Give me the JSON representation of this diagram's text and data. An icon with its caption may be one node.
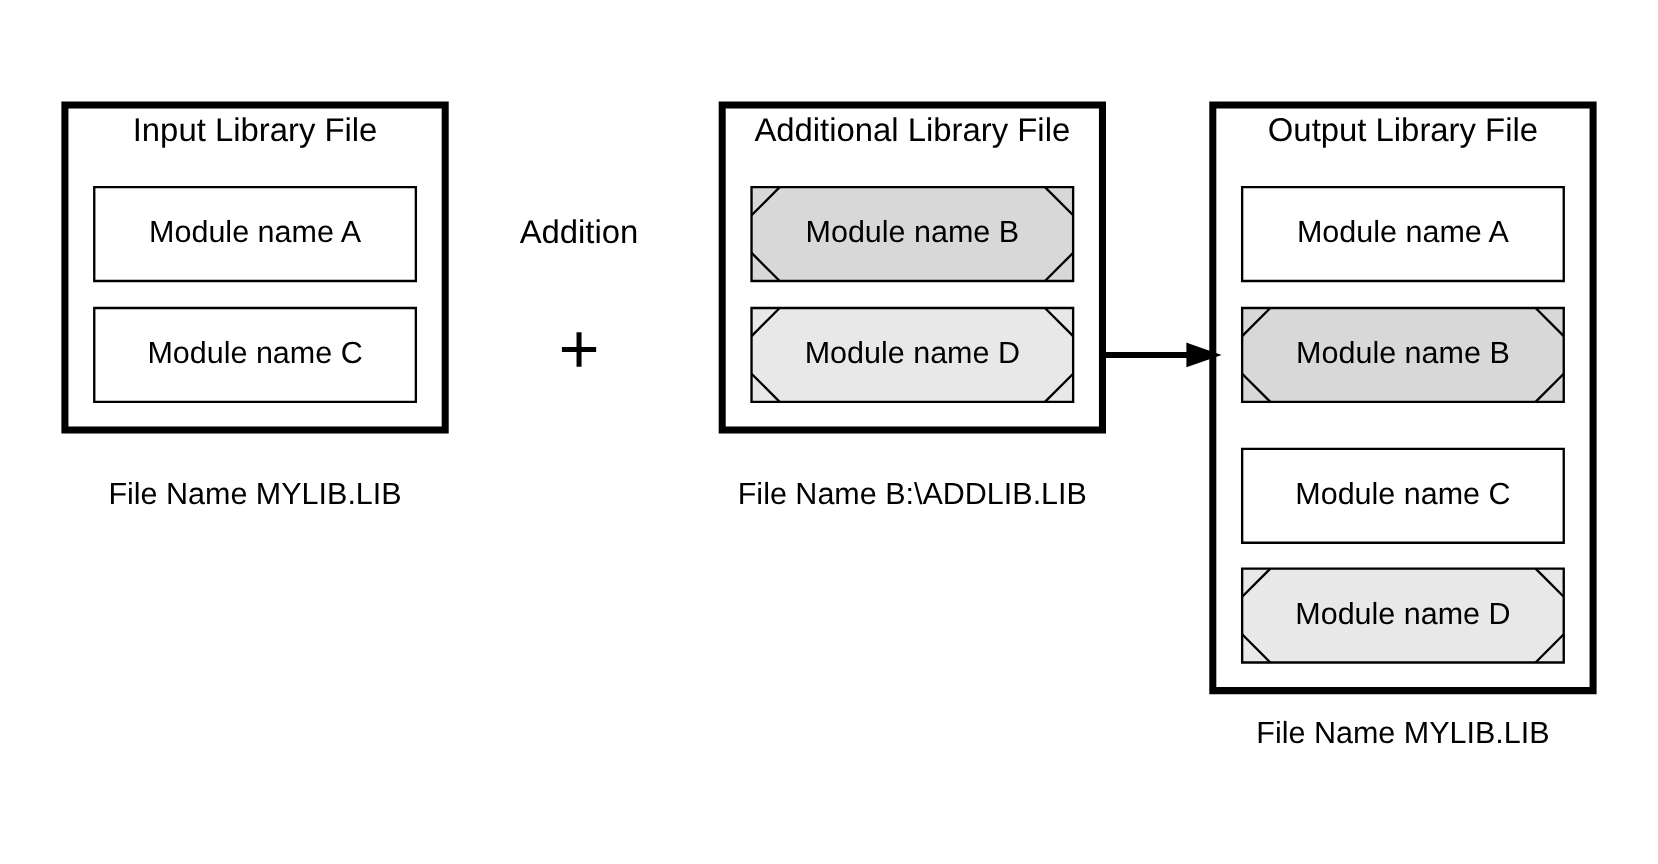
{
  "diagram": {
    "nodes": [
      {
        "text": [
          "Input Library File"
        ],
        "beside": [
          "File Name MYLIB.LIB"
        ]
      },
      {
        "text": [
          "Module name A"
        ],
        "in": 0
      },
      {
        "text": [
          "Module name C"
        ],
        "in": 0
      },
      {
        "text": [
          "Additional Library File"
        ],
        "beside": [
          "File Name B:\\ADDLIB.LIB"
        ]
      },
      {
        "text": [
          "Module name B"
        ],
        "in": 3
      },
      {
        "text": [
          "Module name D"
        ],
        "in": 3
      },
      {
        "text": [
          "Output Library File"
        ],
        "beside": [
          "File Name MYLIB.LIB"
        ]
      },
      {
        "text": [
          "Module name A"
        ],
        "in": 6
      },
      {
        "text": [
          "Module name B"
        ],
        "in": 6
      },
      {
        "text": [
          "Module name C"
        ],
        "in": 6
      },
      {
        "text": [
          "Module name D"
        ],
        "in": 6
      }
    ],
    "edges": [
      {
        "from": 3,
        "to": 6,
        "arrow": "to"
      }
    ],
    "labels": [
      "Addition",
      "+"
    ]
  }
}
